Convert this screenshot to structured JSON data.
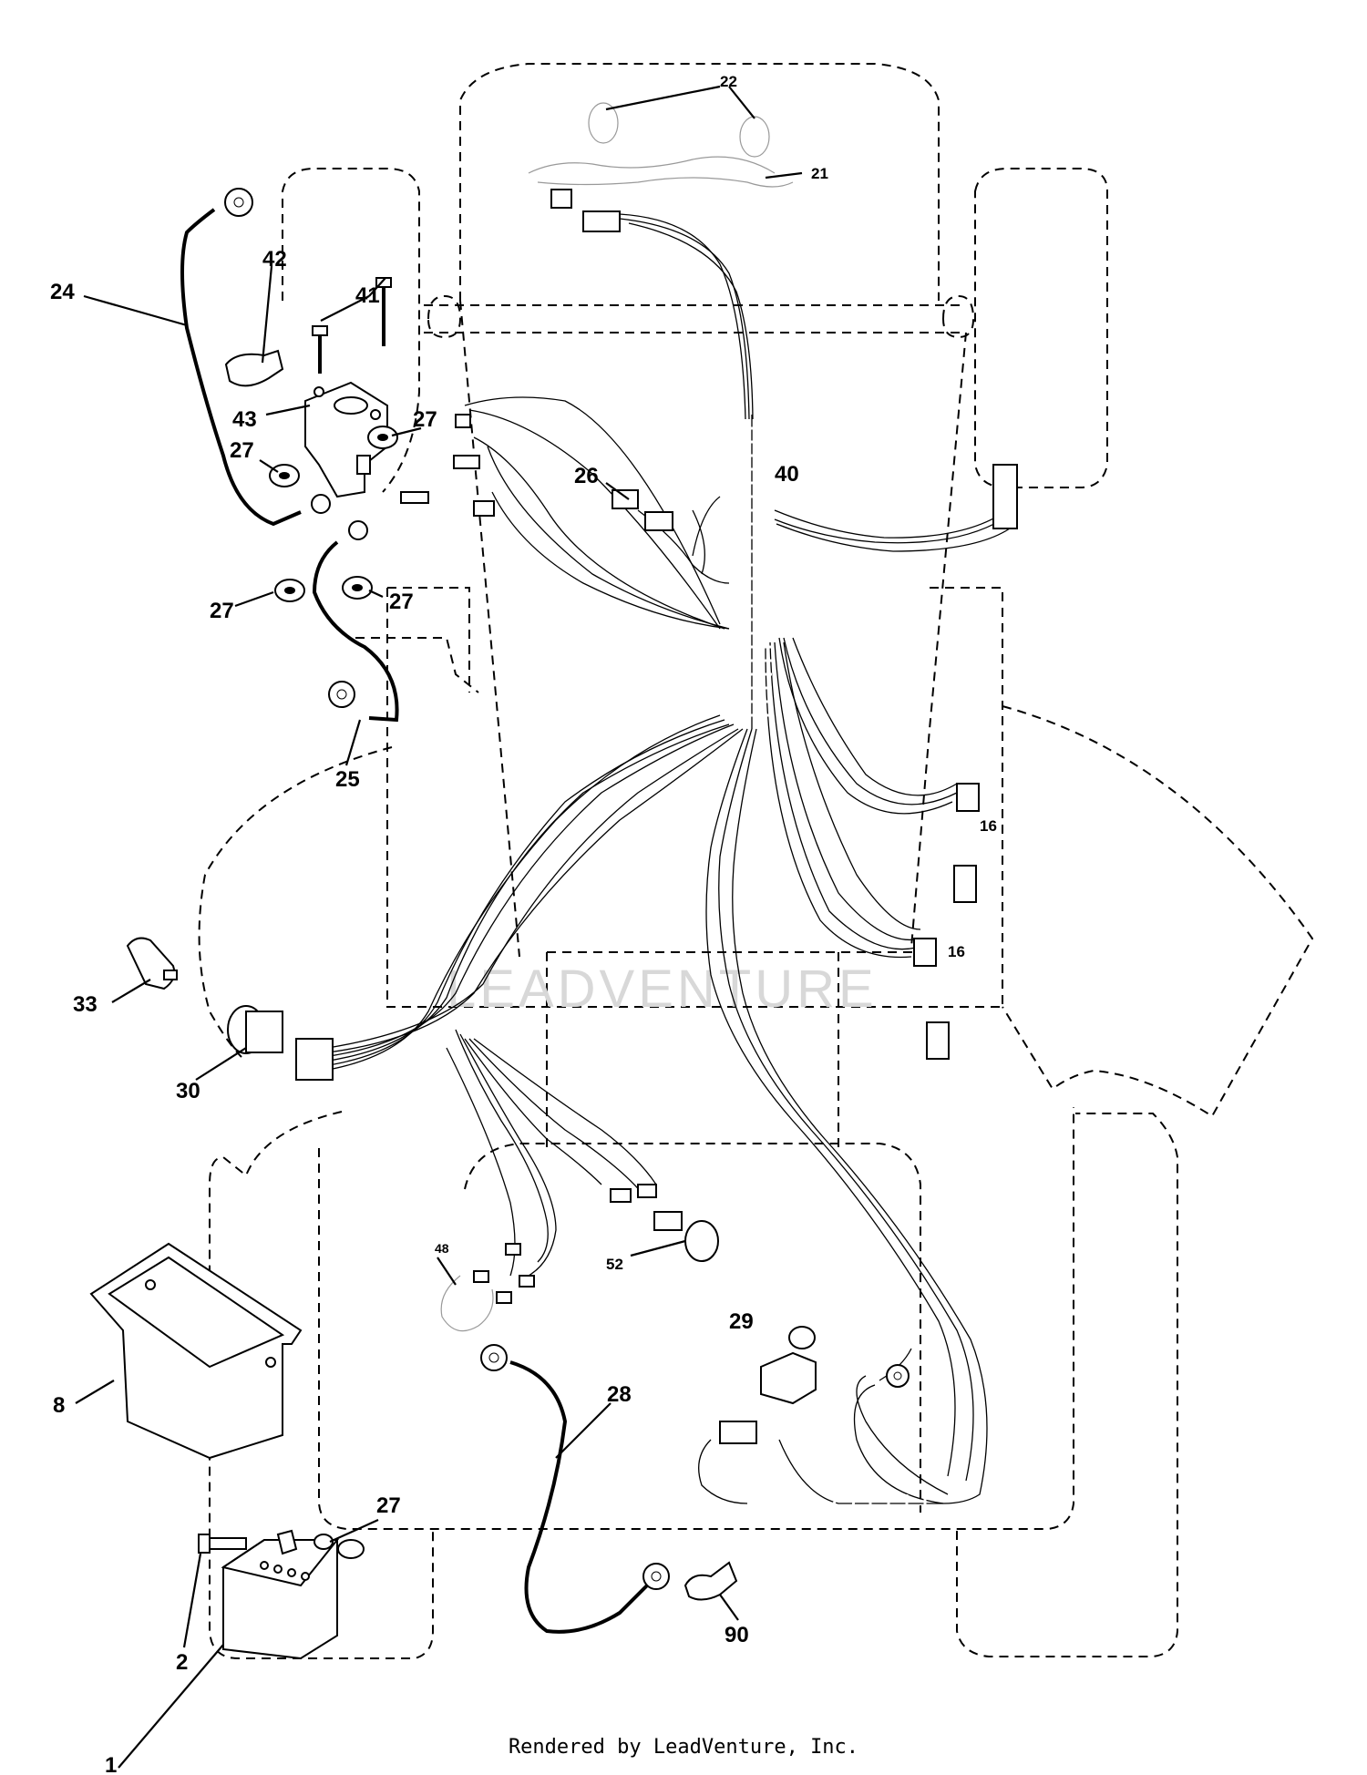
{
  "callouts": [
    {
      "id": "c22",
      "text": "22"
    },
    {
      "id": "c21",
      "text": "21"
    },
    {
      "id": "c24",
      "text": "24"
    },
    {
      "id": "c42",
      "text": "42"
    },
    {
      "id": "c41",
      "text": "41"
    },
    {
      "id": "c43",
      "text": "43"
    },
    {
      "id": "c27a",
      "text": "27"
    },
    {
      "id": "c27b",
      "text": "27"
    },
    {
      "id": "c26",
      "text": "26"
    },
    {
      "id": "c40",
      "text": "40"
    },
    {
      "id": "c27c",
      "text": "27"
    },
    {
      "id": "c27d",
      "text": "27"
    },
    {
      "id": "c25",
      "text": "25"
    },
    {
      "id": "c16a",
      "text": "16"
    },
    {
      "id": "c16b",
      "text": "16"
    },
    {
      "id": "c33",
      "text": "33"
    },
    {
      "id": "c30",
      "text": "30"
    },
    {
      "id": "c48",
      "text": "48"
    },
    {
      "id": "c52",
      "text": "52"
    },
    {
      "id": "c29",
      "text": "29"
    },
    {
      "id": "c8",
      "text": "8"
    },
    {
      "id": "c28",
      "text": "28"
    },
    {
      "id": "c27e",
      "text": "27"
    },
    {
      "id": "c2",
      "text": "2"
    },
    {
      "id": "c90",
      "text": "90"
    },
    {
      "id": "c1",
      "text": "1"
    }
  ],
  "watermark": "LEADVENTURE",
  "footer": "Rendered by LeadVenture, Inc.",
  "colors": {
    "line": "#000000",
    "background": "#ffffff",
    "watermark": "#d8d8d8"
  }
}
